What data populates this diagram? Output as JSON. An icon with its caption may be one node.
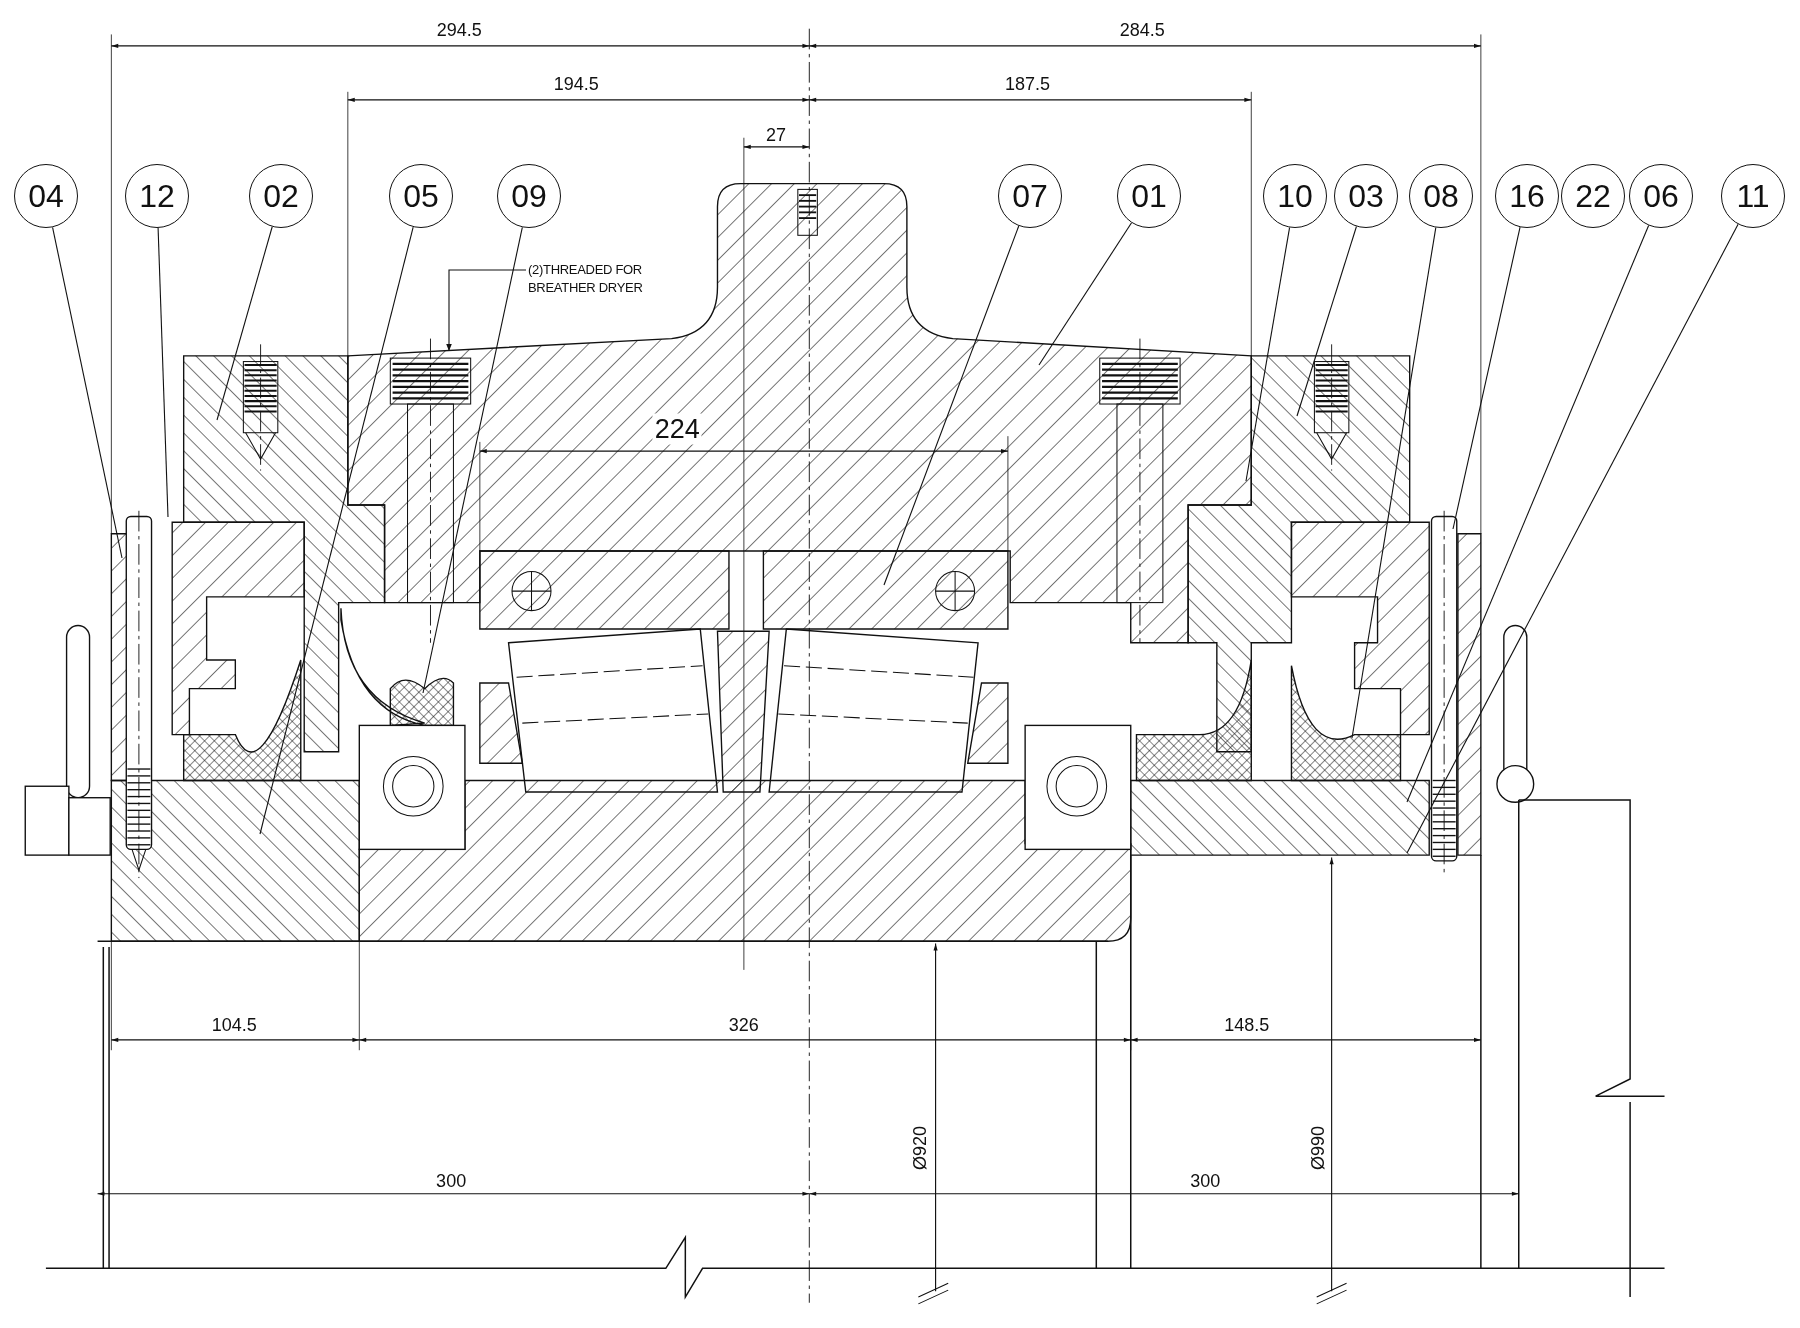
{
  "diagram": {
    "nodes": [
      {
        "text": [
          "04"
        ]
      },
      {
        "text": [
          "12"
        ]
      },
      {
        "text": [
          "02"
        ]
      },
      {
        "text": [
          "05"
        ]
      },
      {
        "text": [
          "09"
        ]
      },
      {
        "text": [
          "07"
        ]
      },
      {
        "text": [
          "01"
        ]
      },
      {
        "text": [
          "10"
        ]
      },
      {
        "text": [
          "03"
        ]
      },
      {
        "text": [
          "08"
        ]
      },
      {
        "text": [
          "16"
        ]
      },
      {
        "text": [
          "22"
        ]
      },
      {
        "text": [
          "06"
        ]
      },
      {
        "text": [
          "11"
        ]
      },
      {
        "text": [
          "(2)THREADED FOR BREATHER DRYER"
        ]
      }
    ],
    "edges": [
      {
        "from": 0,
        "to": null,
        "arrow": "none"
      },
      {
        "from": 1,
        "to": null,
        "arrow": "none"
      },
      {
        "from": 2,
        "to": null,
        "arrow": "none"
      },
      {
        "from": 3,
        "to": null,
        "arrow": "none"
      },
      {
        "from": 4,
        "to": null,
        "arrow": "none"
      },
      {
        "from": 5,
        "to": null,
        "arrow": "none"
      },
      {
        "from": 6,
        "to": null,
        "arrow": "none"
      },
      {
        "from": 7,
        "to": null,
        "arrow": "none"
      },
      {
        "from": 8,
        "to": null,
        "arrow": "none"
      },
      {
        "from": 9,
        "to": null,
        "arrow": "none"
      },
      {
        "from": 10,
        "to": null,
        "arrow": "none"
      },
      {
        "from": 12,
        "to": null,
        "arrow": "none"
      },
      {
        "from": 13,
        "to": null,
        "arrow": "none"
      },
      {
        "from": 14,
        "to": null,
        "arrow": "to"
      }
    ],
    "labels": [
      "294.5",
      "284.5",
      "194.5",
      "187.5",
      "27",
      "224",
      "104.5",
      "326",
      "148.5",
      "Ø920",
      "Ø990",
      "300",
      "300"
    ]
  }
}
